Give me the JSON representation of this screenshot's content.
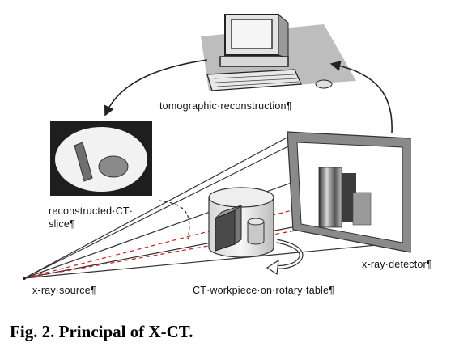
{
  "labels": {
    "reconstruction": "tomographic·reconstruction¶",
    "slice_line1": "reconstructed·CT·",
    "slice_line2": "slice¶",
    "detector": "x-ray·detector¶",
    "source": "x-ray·source¶",
    "workpiece": "CT·workpiece·on·rotary·table¶"
  },
  "caption": "Fig. 2. Principal of X-CT.",
  "colors": {
    "beam_lines": "#333333",
    "fan_center": "#cc1f1f",
    "detector_frame": "#8a8a8a",
    "slice_bg": "#1e1e1e"
  }
}
